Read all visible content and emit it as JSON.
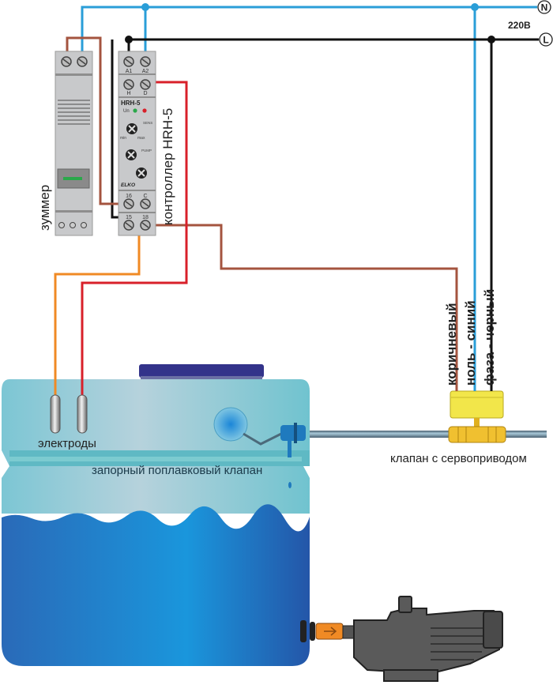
{
  "title": "Схема подключения контроллера уровня HRH-5",
  "supply": {
    "neutral_label": "N",
    "phase_label": "L",
    "voltage_label": "220В"
  },
  "buzzer": {
    "label": "зуммер"
  },
  "controller": {
    "label": "контроллер HRH-5",
    "model": "HRH-5",
    "brand": "ELKO",
    "terminals_top": [
      "A1",
      "A2"
    ],
    "terminals_mid": [
      "H",
      "D"
    ],
    "terminals_low1": [
      "16",
      "C"
    ],
    "terminals_low2": [
      "15",
      "18"
    ],
    "indicator_label": "Un",
    "knob_sens_label": "SENS",
    "knob_sens_min": "min",
    "knob_sens_max": "max",
    "knob_pump_label": "PUMP"
  },
  "valve_wires": {
    "brown": "коричневый",
    "blue": "ноль - синий",
    "black": "фаза - черный"
  },
  "labels": {
    "electrodes": "электроды",
    "float_valve": "запорный поплавковый клапан",
    "servo_valve": "клапан с сервоприводом"
  },
  "colors": {
    "neutral_wire": "#2a9ed8",
    "phase_wire": "#111111",
    "brown_wire": "#a4543f",
    "red_wire": "#d8202a",
    "orange_wire": "#f08a24",
    "module_gray": "#c8c9cb",
    "tank_top": "#8ccad6",
    "water": "#1f7fcc",
    "lid": "#33338a",
    "valve_yellow": "#f2e64a"
  }
}
